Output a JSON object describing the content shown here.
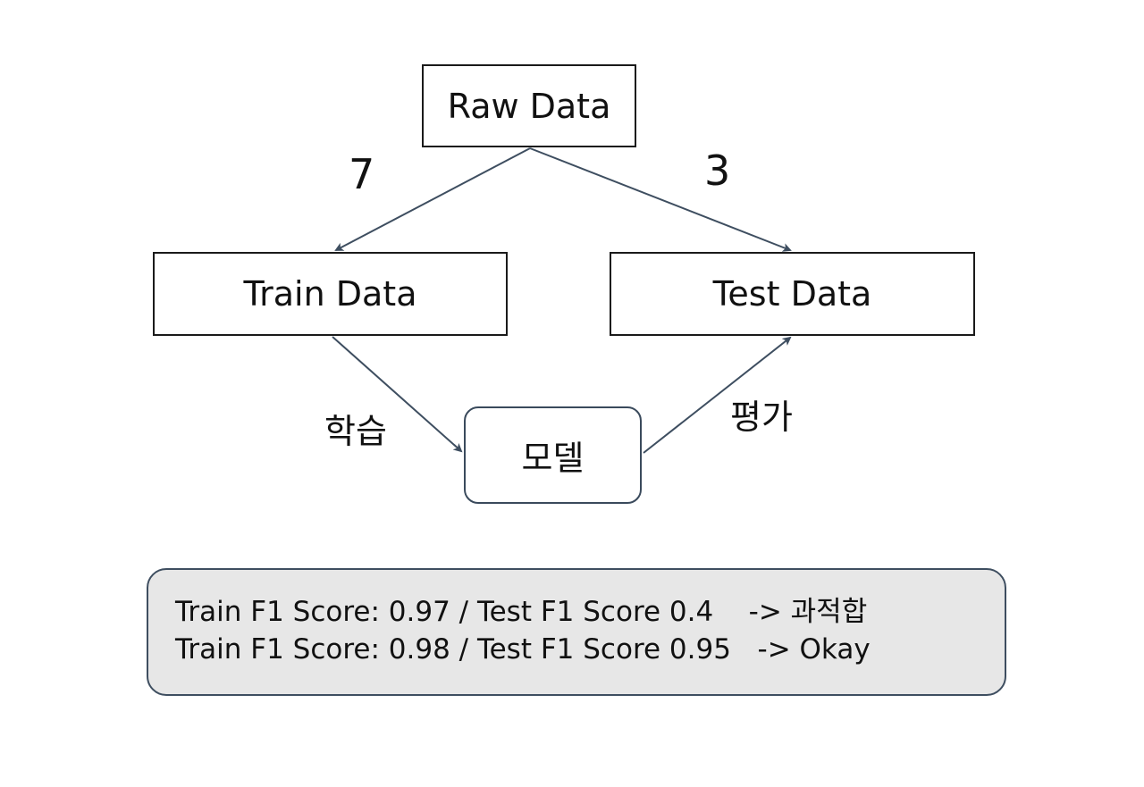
{
  "nodes": {
    "raw": "Raw Data",
    "train": "Train Data",
    "test": "Test Data",
    "model": "모델"
  },
  "edges": {
    "split_train": "7",
    "split_test": "3",
    "learn": "학습",
    "evaluate": "평가"
  },
  "summary": {
    "lines": [
      "Train F1 Score: 0.97 / Test F1 Score 0.4    -> 과적합",
      "Train F1 Score: 0.98 / Test F1 Score 0.95   -> Okay"
    ]
  },
  "colors": {
    "arrow": "#3e4e60",
    "summary_fill": "#e7e7e7"
  }
}
